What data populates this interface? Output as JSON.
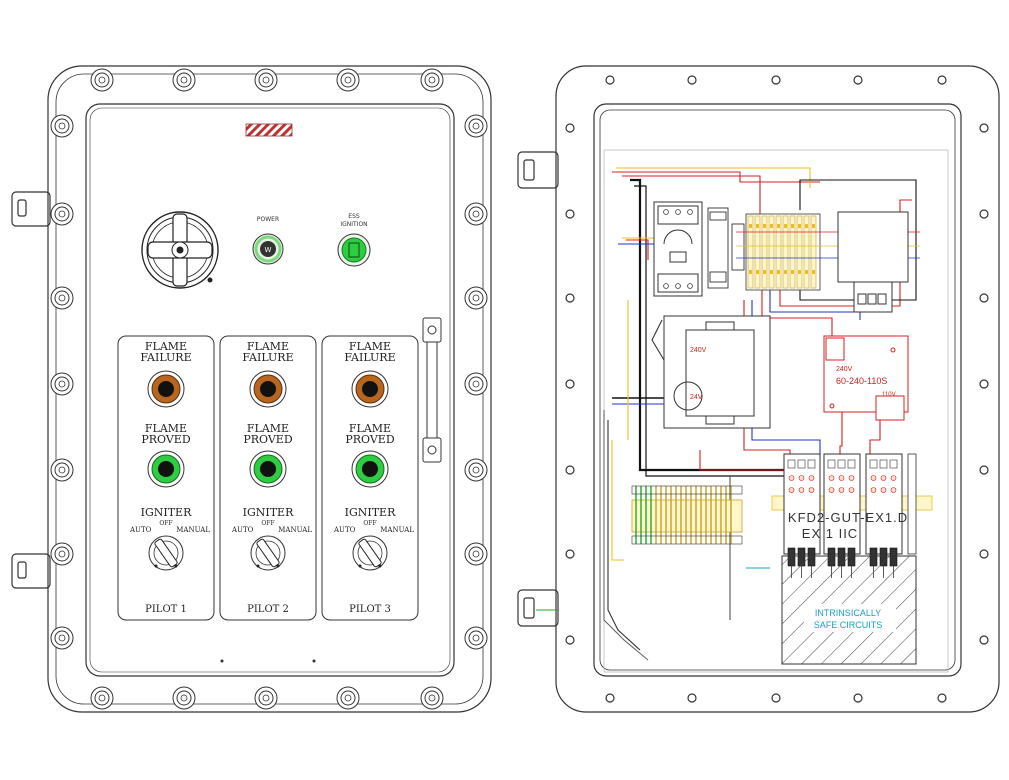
{
  "front_panel": {
    "power_label": "POWER",
    "power_lamp_text": "W",
    "ess_label_line1": "ESS",
    "ess_label_line2": "IGNITION",
    "pilots": [
      {
        "flame_failure": [
          "FLAME",
          "FAILURE"
        ],
        "flame_proved": [
          "FLAME",
          "PROVED"
        ],
        "igniter": "IGNITER",
        "off": "OFF",
        "auto": "AUTO",
        "manual": "MANUAL",
        "name": "PILOT 1"
      },
      {
        "flame_failure": [
          "FLAME",
          "FAILURE"
        ],
        "flame_proved": [
          "FLAME",
          "PROVED"
        ],
        "igniter": "IGNITER",
        "off": "OFF",
        "auto": "AUTO",
        "manual": "MANUAL",
        "name": "PILOT 2"
      },
      {
        "flame_failure": [
          "FLAME",
          "FAILURE"
        ],
        "flame_proved": [
          "FLAME",
          "PROVED"
        ],
        "igniter": "IGNITER",
        "off": "OFF",
        "auto": "AUTO",
        "manual": "MANUAL",
        "name": "PILOT 3"
      }
    ]
  },
  "interior": {
    "transformer_primary": "240V",
    "transformer_secondary": "24V",
    "psu_voltage": "240V",
    "psu_model": "60-240-110S",
    "psu_output": "110V",
    "barrier_marking_line1": "KFD2-GUT-EX1.D",
    "barrier_marking_line2": "EX   1  IIC",
    "safe_zone_line1": "INTRINSICALLY",
    "safe_zone_line2": "SAFE CIRCUITS"
  },
  "colors": {
    "flame_failure_lamp": "#b8651e",
    "flame_proved_lamp": "#2ecc40",
    "power_lamp_ring": "#7ed97e",
    "wire_red": "#d42020",
    "wire_blue": "#2233cc",
    "wire_yellow": "#e8c020",
    "wire_green": "#22aa22",
    "safe_text": "#19a0c8"
  }
}
